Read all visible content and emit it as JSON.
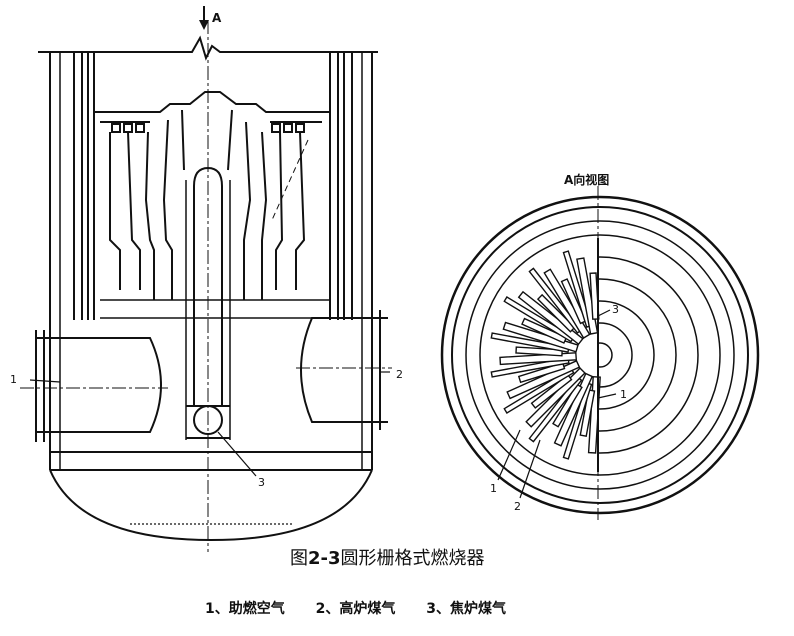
{
  "figure": {
    "section_view": {
      "arrow_label": "A",
      "callouts": [
        "1",
        "2",
        "3"
      ]
    },
    "end_view": {
      "title": "A向视图",
      "callouts": [
        "3",
        "1",
        "1",
        "2"
      ]
    },
    "caption": {
      "prefix": "图",
      "number": "2-3",
      "title": "圆形栅格式燃烧器"
    },
    "legend": [
      "1、助燃空气",
      "2、高炉煤气",
      "3、焦炉煤气"
    ]
  }
}
